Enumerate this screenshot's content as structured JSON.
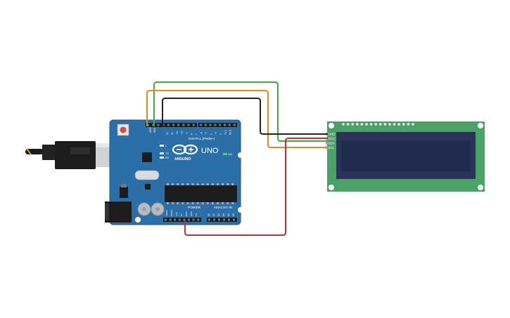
{
  "arduino": {
    "brand": "ARDUINO",
    "model": "UNO",
    "digital_label": "DIGITAL (PWM~)",
    "power_label": "POWER",
    "analog_label": "ANALOG IN",
    "aref_label": "AREF",
    "gnd_label": "GND",
    "on_label": "ON",
    "tx_label": "TX",
    "rx_label": "RX",
    "l_label": "L",
    "ioref_label": "IOREF",
    "reset_label": "RESET",
    "v33_label": "3.3V",
    "v5_label": "5V",
    "gnd_a_label": "GND",
    "gnd_b_label": "GND",
    "vin_label": "Vin",
    "digital_pins": [
      "13",
      "12",
      "~11",
      "~10",
      "~9",
      "8",
      "7",
      "~6",
      "~5",
      "4",
      "~3",
      "2",
      "TX 1",
      "RX 0"
    ],
    "analog_pins": [
      "A0",
      "A1",
      "A2",
      "A3",
      "A4",
      "A5"
    ]
  },
  "lcd": {
    "pins": [
      "GND",
      "VCC",
      "SDA",
      "SCL"
    ]
  },
  "colors": {
    "board": "#2b6fa8",
    "board_edge": "#1f5580",
    "lcd_pcb": "#4aa266",
    "lcd_screen": "#1f2a4c",
    "wire_green": "#3cb043",
    "wire_orange": "#e08a1e",
    "wire_black": "#222222",
    "wire_red": "#d12a2a"
  }
}
